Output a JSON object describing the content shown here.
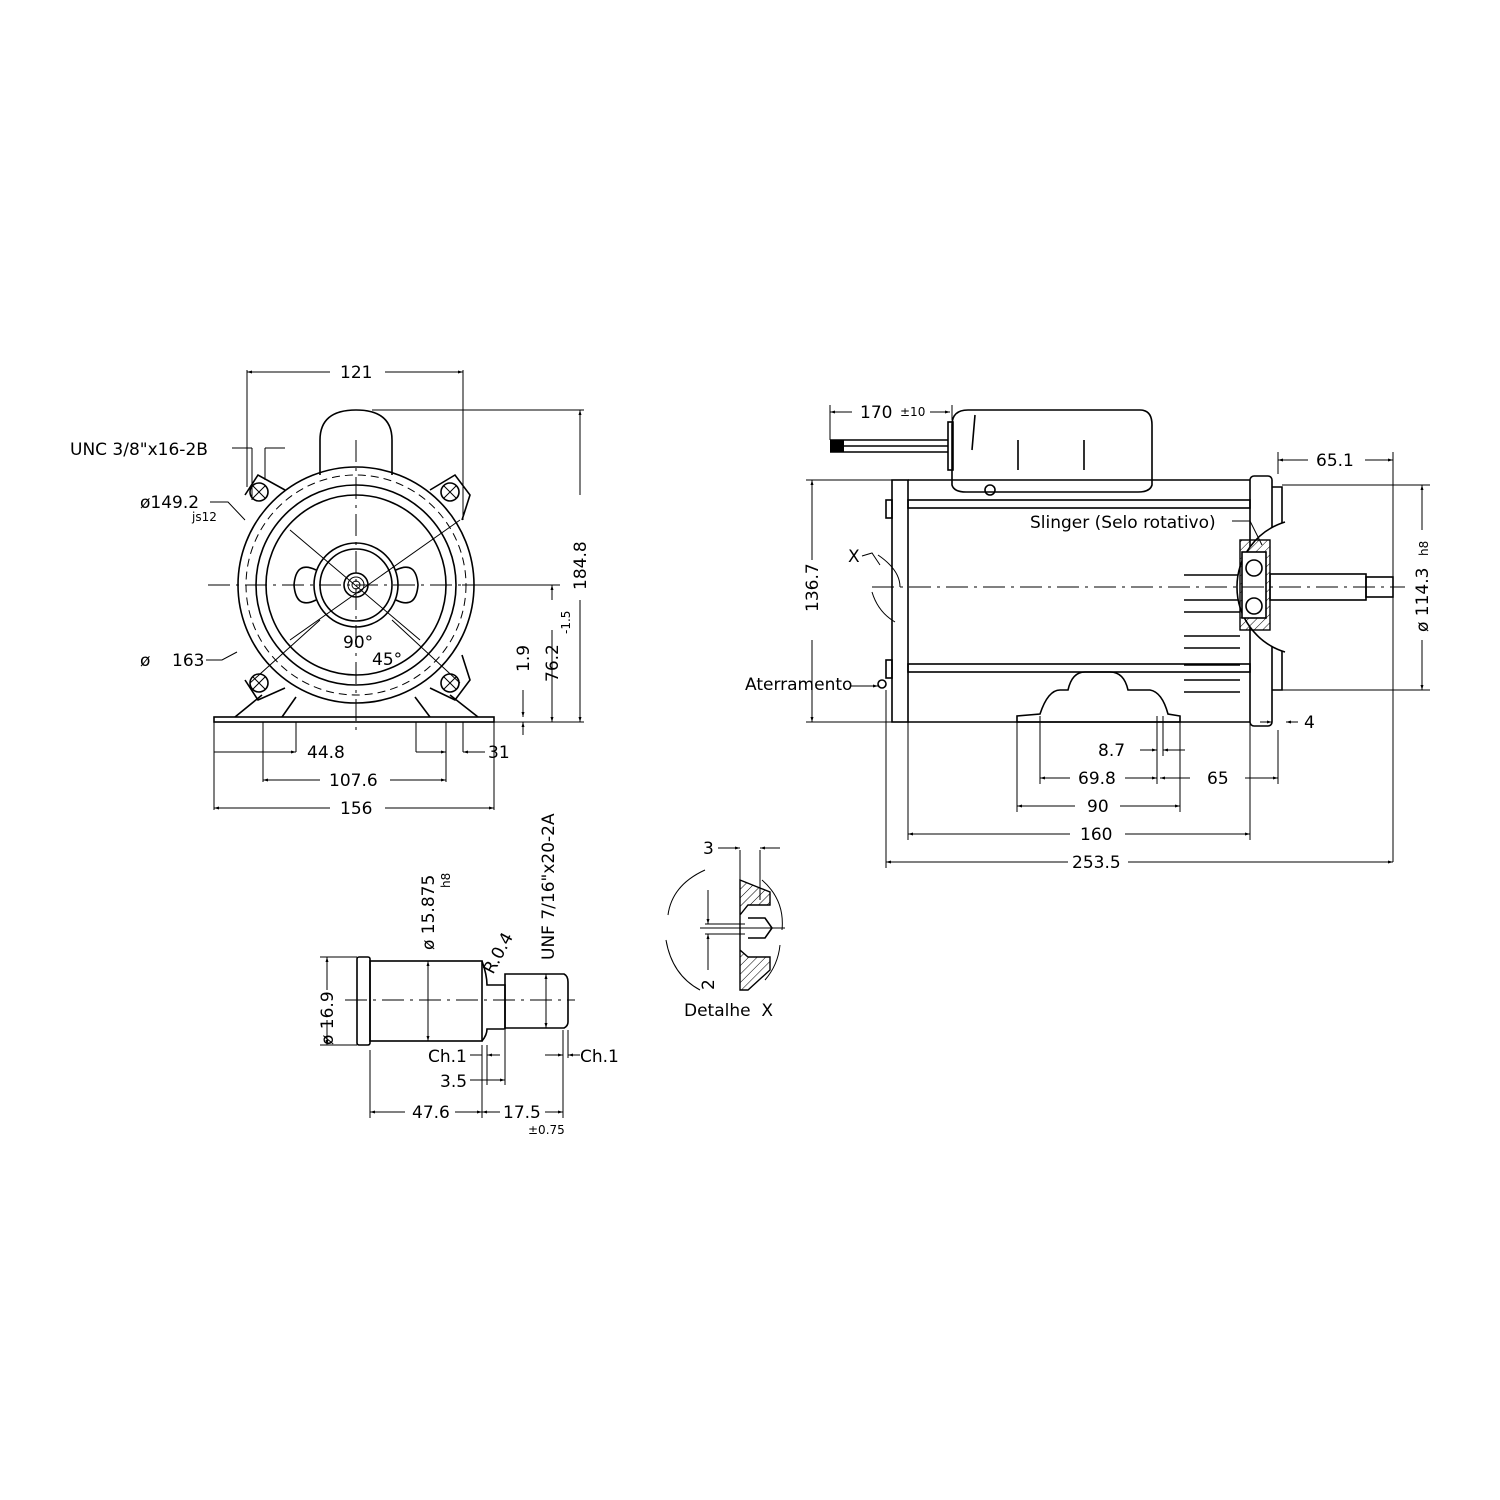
{
  "front_view": {
    "dim_width_top": "121",
    "thread_label": "UNC 3/8\"x16-2B",
    "dia_149": "ø149.2",
    "dia_149_tol": "js12",
    "dia_163_symbol": "ø",
    "dia_163": "163",
    "angle_90": "90°",
    "angle_45": "45°",
    "dim_height_total": "184.8",
    "dim_shaft_height": "76.2",
    "dim_shaft_height_tol": "-1.5",
    "dim_base_thickness": "1.9",
    "dim_44_8": "44.8",
    "dim_31": "31",
    "dim_107_6": "107.6",
    "dim_156": "156"
  },
  "side_view": {
    "lead_length": "170",
    "lead_length_tol": "±10",
    "dim_65_1": "65.1",
    "slinger_label": "Slinger (Selo rotativo)",
    "detail_marker": "X",
    "dim_136_7": "136.7",
    "dim_114_3": "ø 114.3",
    "dim_114_3_tol": "h8",
    "grounding_label": "Aterramento",
    "dim_4": "4",
    "dim_8_7": "8.7",
    "dim_69_8": "69.8",
    "dim_65": "65",
    "dim_90": "90",
    "dim_160": "160",
    "dim_253_5": "253.5"
  },
  "shaft_view": {
    "dia_15_875": "ø 15.875",
    "dia_15_875_tol": "h8",
    "thread_label": "UNF 7/16\"x20-2A",
    "radius": "R.0.4",
    "dia_16_9": "ø 16.9",
    "chamfer_left": "Ch.1",
    "chamfer_right": "Ch.1",
    "dim_3_5": "3.5",
    "dim_47_6": "47.6",
    "dim_17_5": "17.5",
    "dim_17_5_tol": "±0.75"
  },
  "detail_x": {
    "title": "Detalhe  X",
    "dim_3": "3",
    "dim_2": "2"
  }
}
